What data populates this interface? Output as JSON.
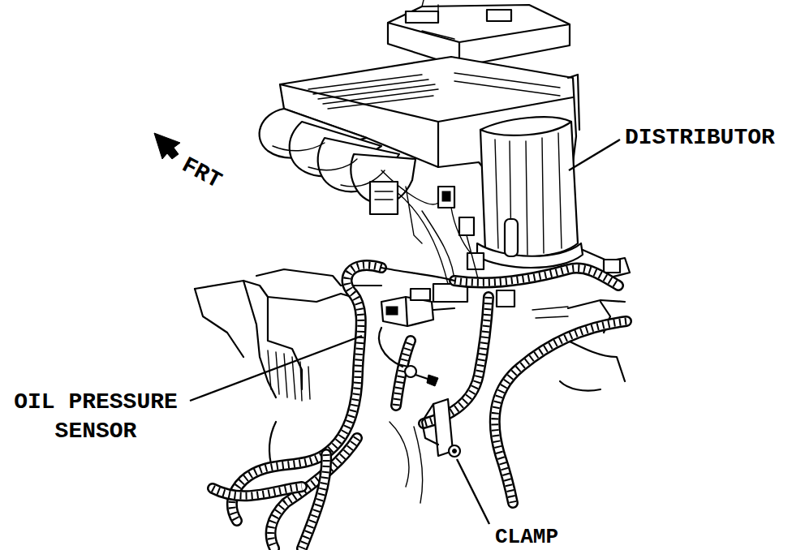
{
  "diagram": {
    "labels": [
      "FRT",
      "DISTRIBUTOR",
      "OIL PRESSURE SENSOR",
      "CLAMP"
    ]
  }
}
